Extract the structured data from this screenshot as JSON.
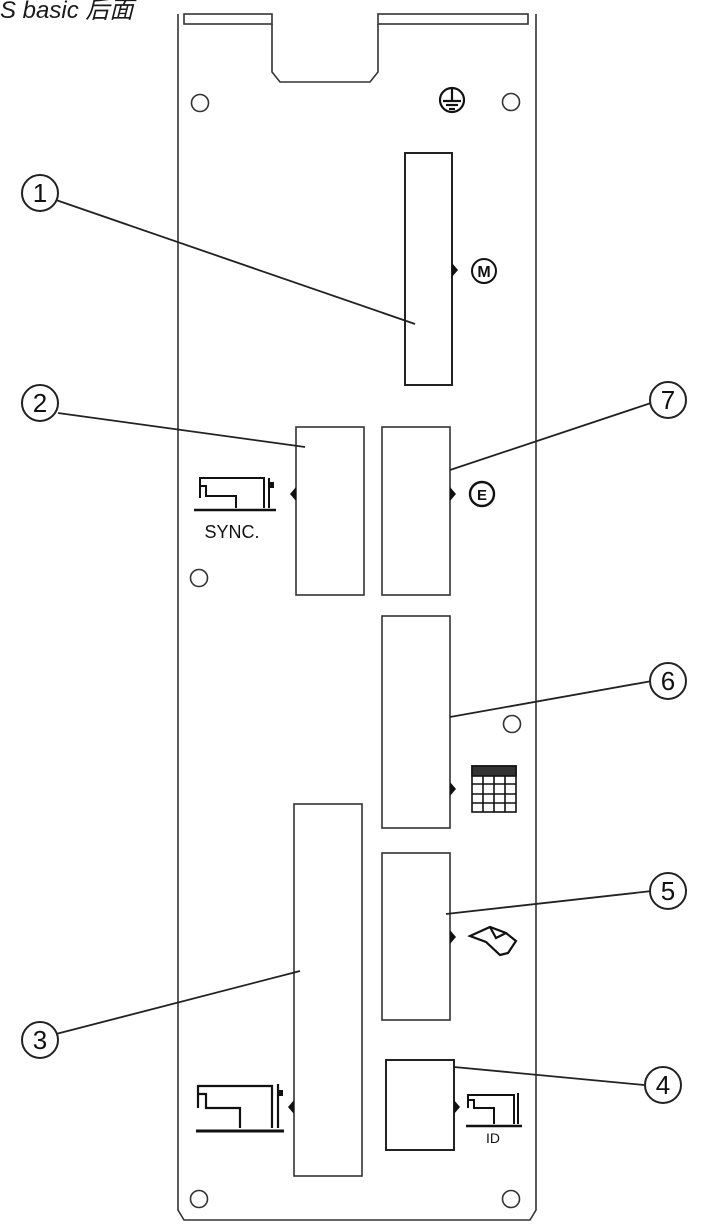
{
  "title": "S basic 后面",
  "labels": {
    "sync": "SYNC.",
    "id": "ID",
    "motor": "M",
    "encoder": "E"
  },
  "callouts": [
    "1",
    "2",
    "3",
    "4",
    "5",
    "6",
    "7"
  ],
  "icons": {
    "ground": "protective-earth-icon",
    "motor": "motor-m-icon",
    "encoder": "encoder-e-icon",
    "sewing_machine": "sewing-machine-icon",
    "control_panel": "control-panel-icon",
    "pedal": "foot-pedal-icon"
  }
}
